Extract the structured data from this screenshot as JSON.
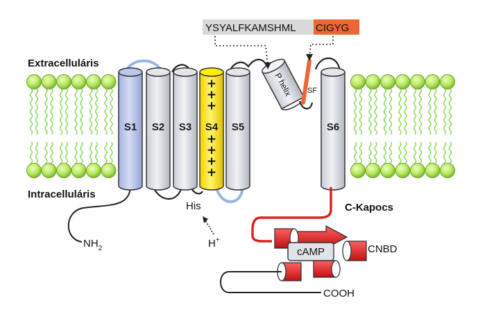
{
  "labels": {
    "extracellular": "Extracelluláris",
    "intracellular": "Intracelluláris",
    "c_linker": "C-Kapocs",
    "cnbd": "CNBD",
    "camp": "cAMP",
    "nh2": "NH",
    "nh2_sub": "2",
    "cooh": "COOH",
    "his": "His",
    "proton": "H",
    "proton_sup": "+",
    "p_helix": "P helix",
    "sf": "SF"
  },
  "sequence": {
    "main": "YSYALFKAMSHML",
    "highlight": "CIGYG"
  },
  "segments": [
    {
      "id": "s1",
      "label": "S1",
      "color": "#bcc6ea"
    },
    {
      "id": "s2",
      "label": "S2",
      "color": "#e4e6ea"
    },
    {
      "id": "s3",
      "label": "S3",
      "color": "#e4e6ea"
    },
    {
      "id": "s4",
      "label": "S4",
      "color": "#ffee00"
    },
    {
      "id": "s5",
      "label": "S5",
      "color": "#e4e6ea"
    },
    {
      "id": "s6",
      "label": "S6",
      "color": "#e4e6ea"
    }
  ],
  "s4_charges": [
    "+",
    "+",
    "+",
    "+",
    "+",
    "+",
    "+"
  ],
  "colors": {
    "lipid_head": "#b8e860",
    "lipid_tail": "#7fd44a",
    "sf_orange": "#ee6633",
    "highlight_box": "#ee6633",
    "sequence_box": "#d9d9d9",
    "c_linker_red": "#dd2222",
    "loop_blue": "#9ab4e6"
  }
}
